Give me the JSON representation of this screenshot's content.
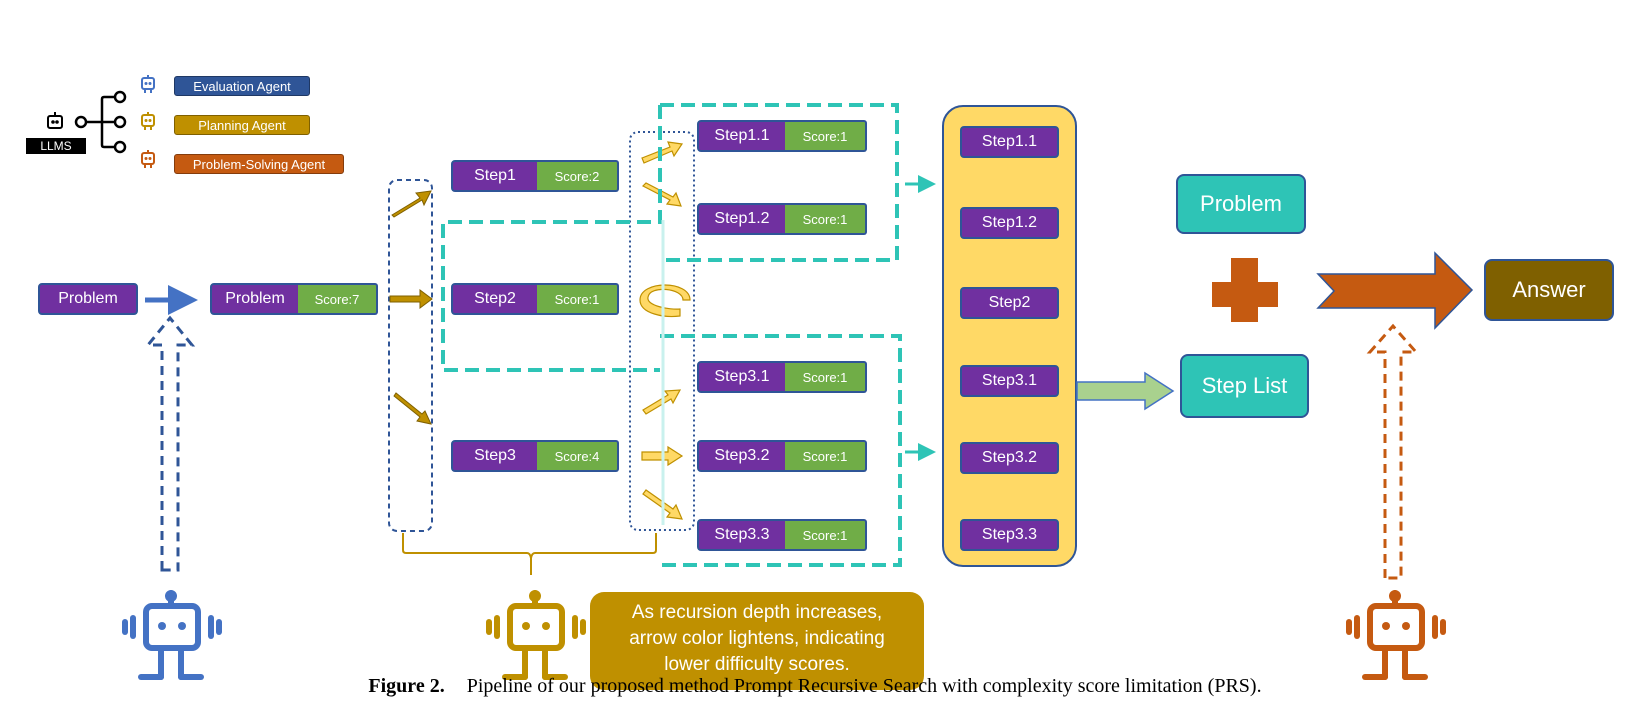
{
  "legend": {
    "llms_label": "LLMS",
    "agents": [
      {
        "label": "Evaluation Agent",
        "color": "#2f5597",
        "icon": "robot-icon"
      },
      {
        "label": "Planning Agent",
        "color": "#bf9000",
        "icon": "robot-icon"
      },
      {
        "label": "Problem-Solving Agent",
        "color": "#c55a11",
        "icon": "robot-icon"
      }
    ]
  },
  "input_problem": "Problem",
  "evaluated_problem": {
    "label": "Problem",
    "score": "Score:7"
  },
  "level1": [
    {
      "label": "Step1",
      "score": "Score:2"
    },
    {
      "label": "Step2",
      "score": "Score:1"
    },
    {
      "label": "Step3",
      "score": "Score:4"
    }
  ],
  "level2": [
    {
      "label": "Step1.1",
      "score": "Score:1"
    },
    {
      "label": "Step1.2",
      "score": "Score:1"
    },
    {
      "label": "Step3.1",
      "score": "Score:1"
    },
    {
      "label": "Step3.2",
      "score": "Score:1"
    },
    {
      "label": "Step3.3",
      "score": "Score:1"
    }
  ],
  "step_list": [
    "Step1.1",
    "Step1.2",
    "Step2",
    "Step3.1",
    "Step3.2",
    "Step3.3"
  ],
  "outputs": {
    "problem": "Problem",
    "step_list": "Step List",
    "answer": "Answer"
  },
  "note_lines": [
    "As recursion depth increases,",
    "arrow color lightens, indicating",
    "lower difficulty scores."
  ],
  "caption": {
    "label": "Figure 2.",
    "text": "Pipeline of our proposed method Prompt Recursive Search with complexity score limitation (PRS)."
  },
  "colors": {
    "step_box": "#7030a0",
    "score_box": "#70ad47",
    "evaluation": "#2f5597",
    "planning": "#bf9000",
    "problem_solving": "#c55a11",
    "teal": "#2ec4b6",
    "step_list_panel": "#ffd966",
    "answer": "#7f6000"
  }
}
